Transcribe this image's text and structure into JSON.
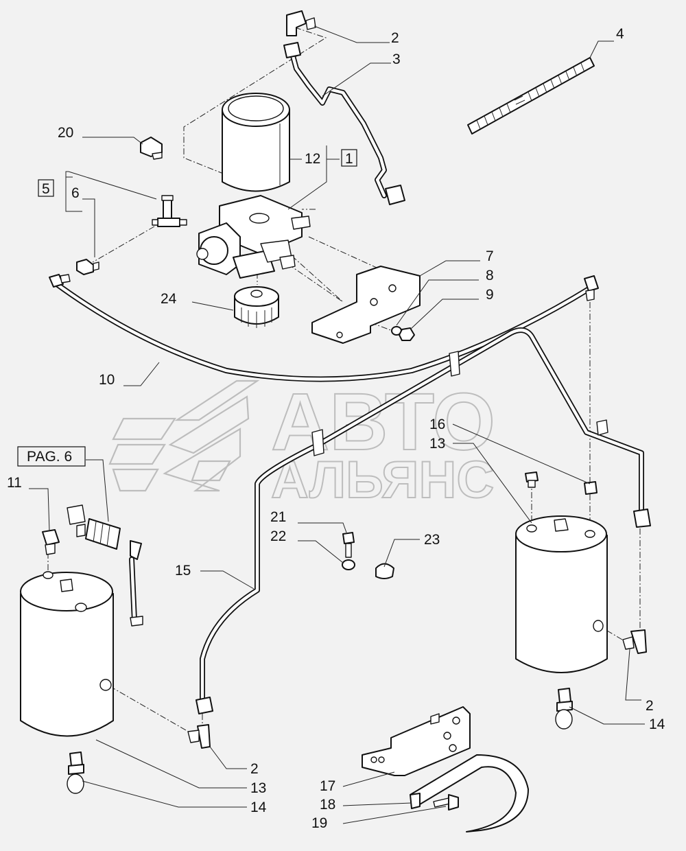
{
  "watermark": {
    "line1": "АВТО",
    "line2": "АЛЬЯНС"
  },
  "labels": {
    "l1": "1",
    "l2a": "2",
    "l2b": "2",
    "l2c": "2",
    "l3": "3",
    "l4": "4",
    "l5": "5",
    "l6": "6",
    "l7": "7",
    "l8": "8",
    "l9": "9",
    "l10": "10",
    "l11": "11",
    "l12": "12",
    "l13a": "13",
    "l13b": "13",
    "l14a": "14",
    "l14b": "14",
    "l15": "15",
    "l16": "16",
    "l17": "17",
    "l18": "18",
    "l19": "19",
    "l20": "20",
    "l21": "21",
    "l22": "22",
    "l23": "23",
    "l24": "24"
  },
  "page_ref": "PAG. 6",
  "colors": {
    "background": "#f2f2f2",
    "ink": "#111111",
    "watermark": "#bdbdbd"
  }
}
